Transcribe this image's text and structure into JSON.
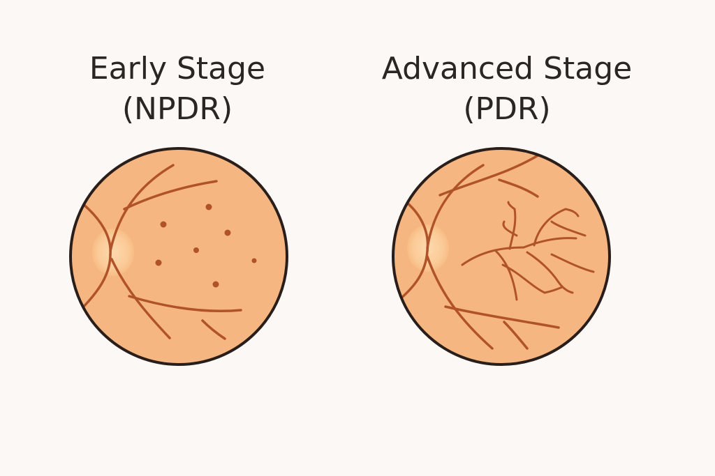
{
  "panels": [
    {
      "title_line1": "Early Stage",
      "title_line2": "(NPDR)"
    },
    {
      "title_line1": "Advanced Stage",
      "title_line2": "(PDR)"
    }
  ],
  "colors": {
    "background": "#fbf8f5",
    "retina": "#f6b682",
    "optic_disc": "#fcd3a4",
    "outline": "#2a1e1a",
    "vessel": "#b0532a",
    "lesion": "#b0532a",
    "text": "#2b2624"
  }
}
